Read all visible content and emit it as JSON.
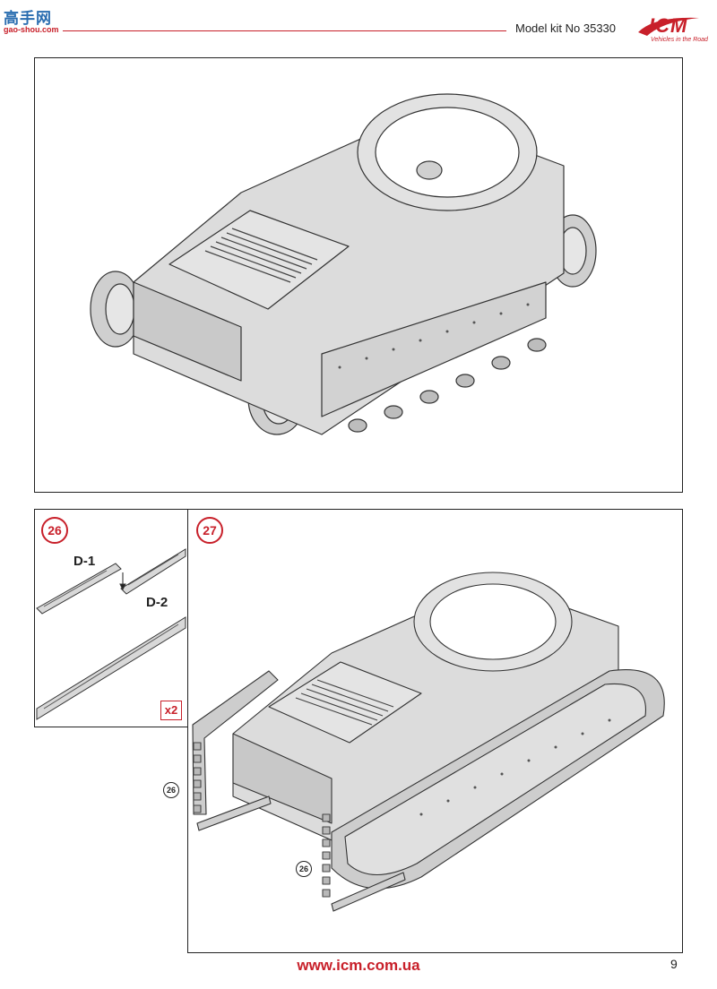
{
  "header": {
    "model_kit": "Model kit No 35330",
    "watermark_top": "高手网",
    "watermark_bottom": "gao-shou.com",
    "brand": "ICM",
    "brand_slogan": "Vehicles in the Road",
    "accent_color": "#c8202a"
  },
  "steps": {
    "step26": {
      "number": "26",
      "part_a": "D-1",
      "part_b": "D-2",
      "multiplier": "x2"
    },
    "step27": {
      "number": "27",
      "ref_a": "26",
      "ref_b": "26"
    }
  },
  "footer": {
    "url": "www.icm.com.ua",
    "page_number": "9"
  },
  "icons": {
    "tank_top": "tank-hull-drawing",
    "tank_bottom": "tank-with-tracks-drawing",
    "track_parts": "track-link-drawing"
  }
}
